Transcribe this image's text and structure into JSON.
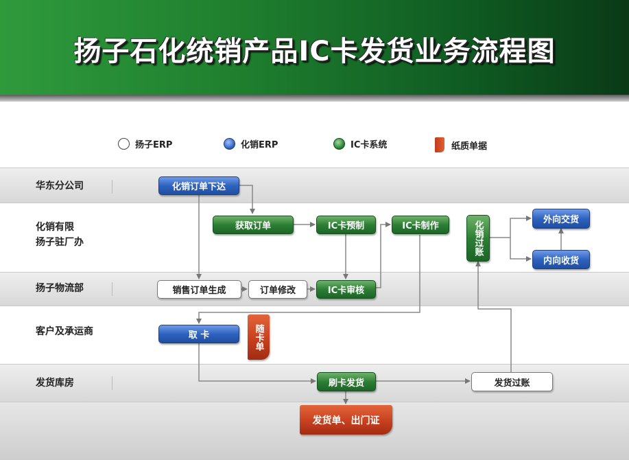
{
  "title": "扬子石化统销产品IC卡发货业务流程图",
  "legend": {
    "yangzi_erp": "扬子ERP",
    "huaxiao_erp": "化销ERP",
    "ic_system": "IC卡系统",
    "paper_doc": "纸质单据"
  },
  "lanes": {
    "east_branch": "华东分公司",
    "huaxiao_office_line1": "化销有限",
    "huaxiao_office_line2": "扬子驻厂办",
    "logistics": "扬子物流部",
    "customer": "客户及承运商",
    "warehouse": "发货库房"
  },
  "nodes": {
    "order_issue": "化销订单下达",
    "get_order": "获取订单",
    "ic_prefab": "IC卡预制",
    "ic_make": "IC卡制作",
    "huaxiao_posting": "化销过账",
    "external_delivery": "外向交货",
    "internal_receipt": "内向收货",
    "sales_order_gen": "销售订单生成",
    "order_modify": "订单修改",
    "ic_review": "IC卡审核",
    "take_card": "取  卡",
    "card_slip": "随卡单",
    "swipe_ship": "刷卡发货",
    "ship_posting": "发货过账",
    "ship_docs": "发货单、出门证"
  }
}
